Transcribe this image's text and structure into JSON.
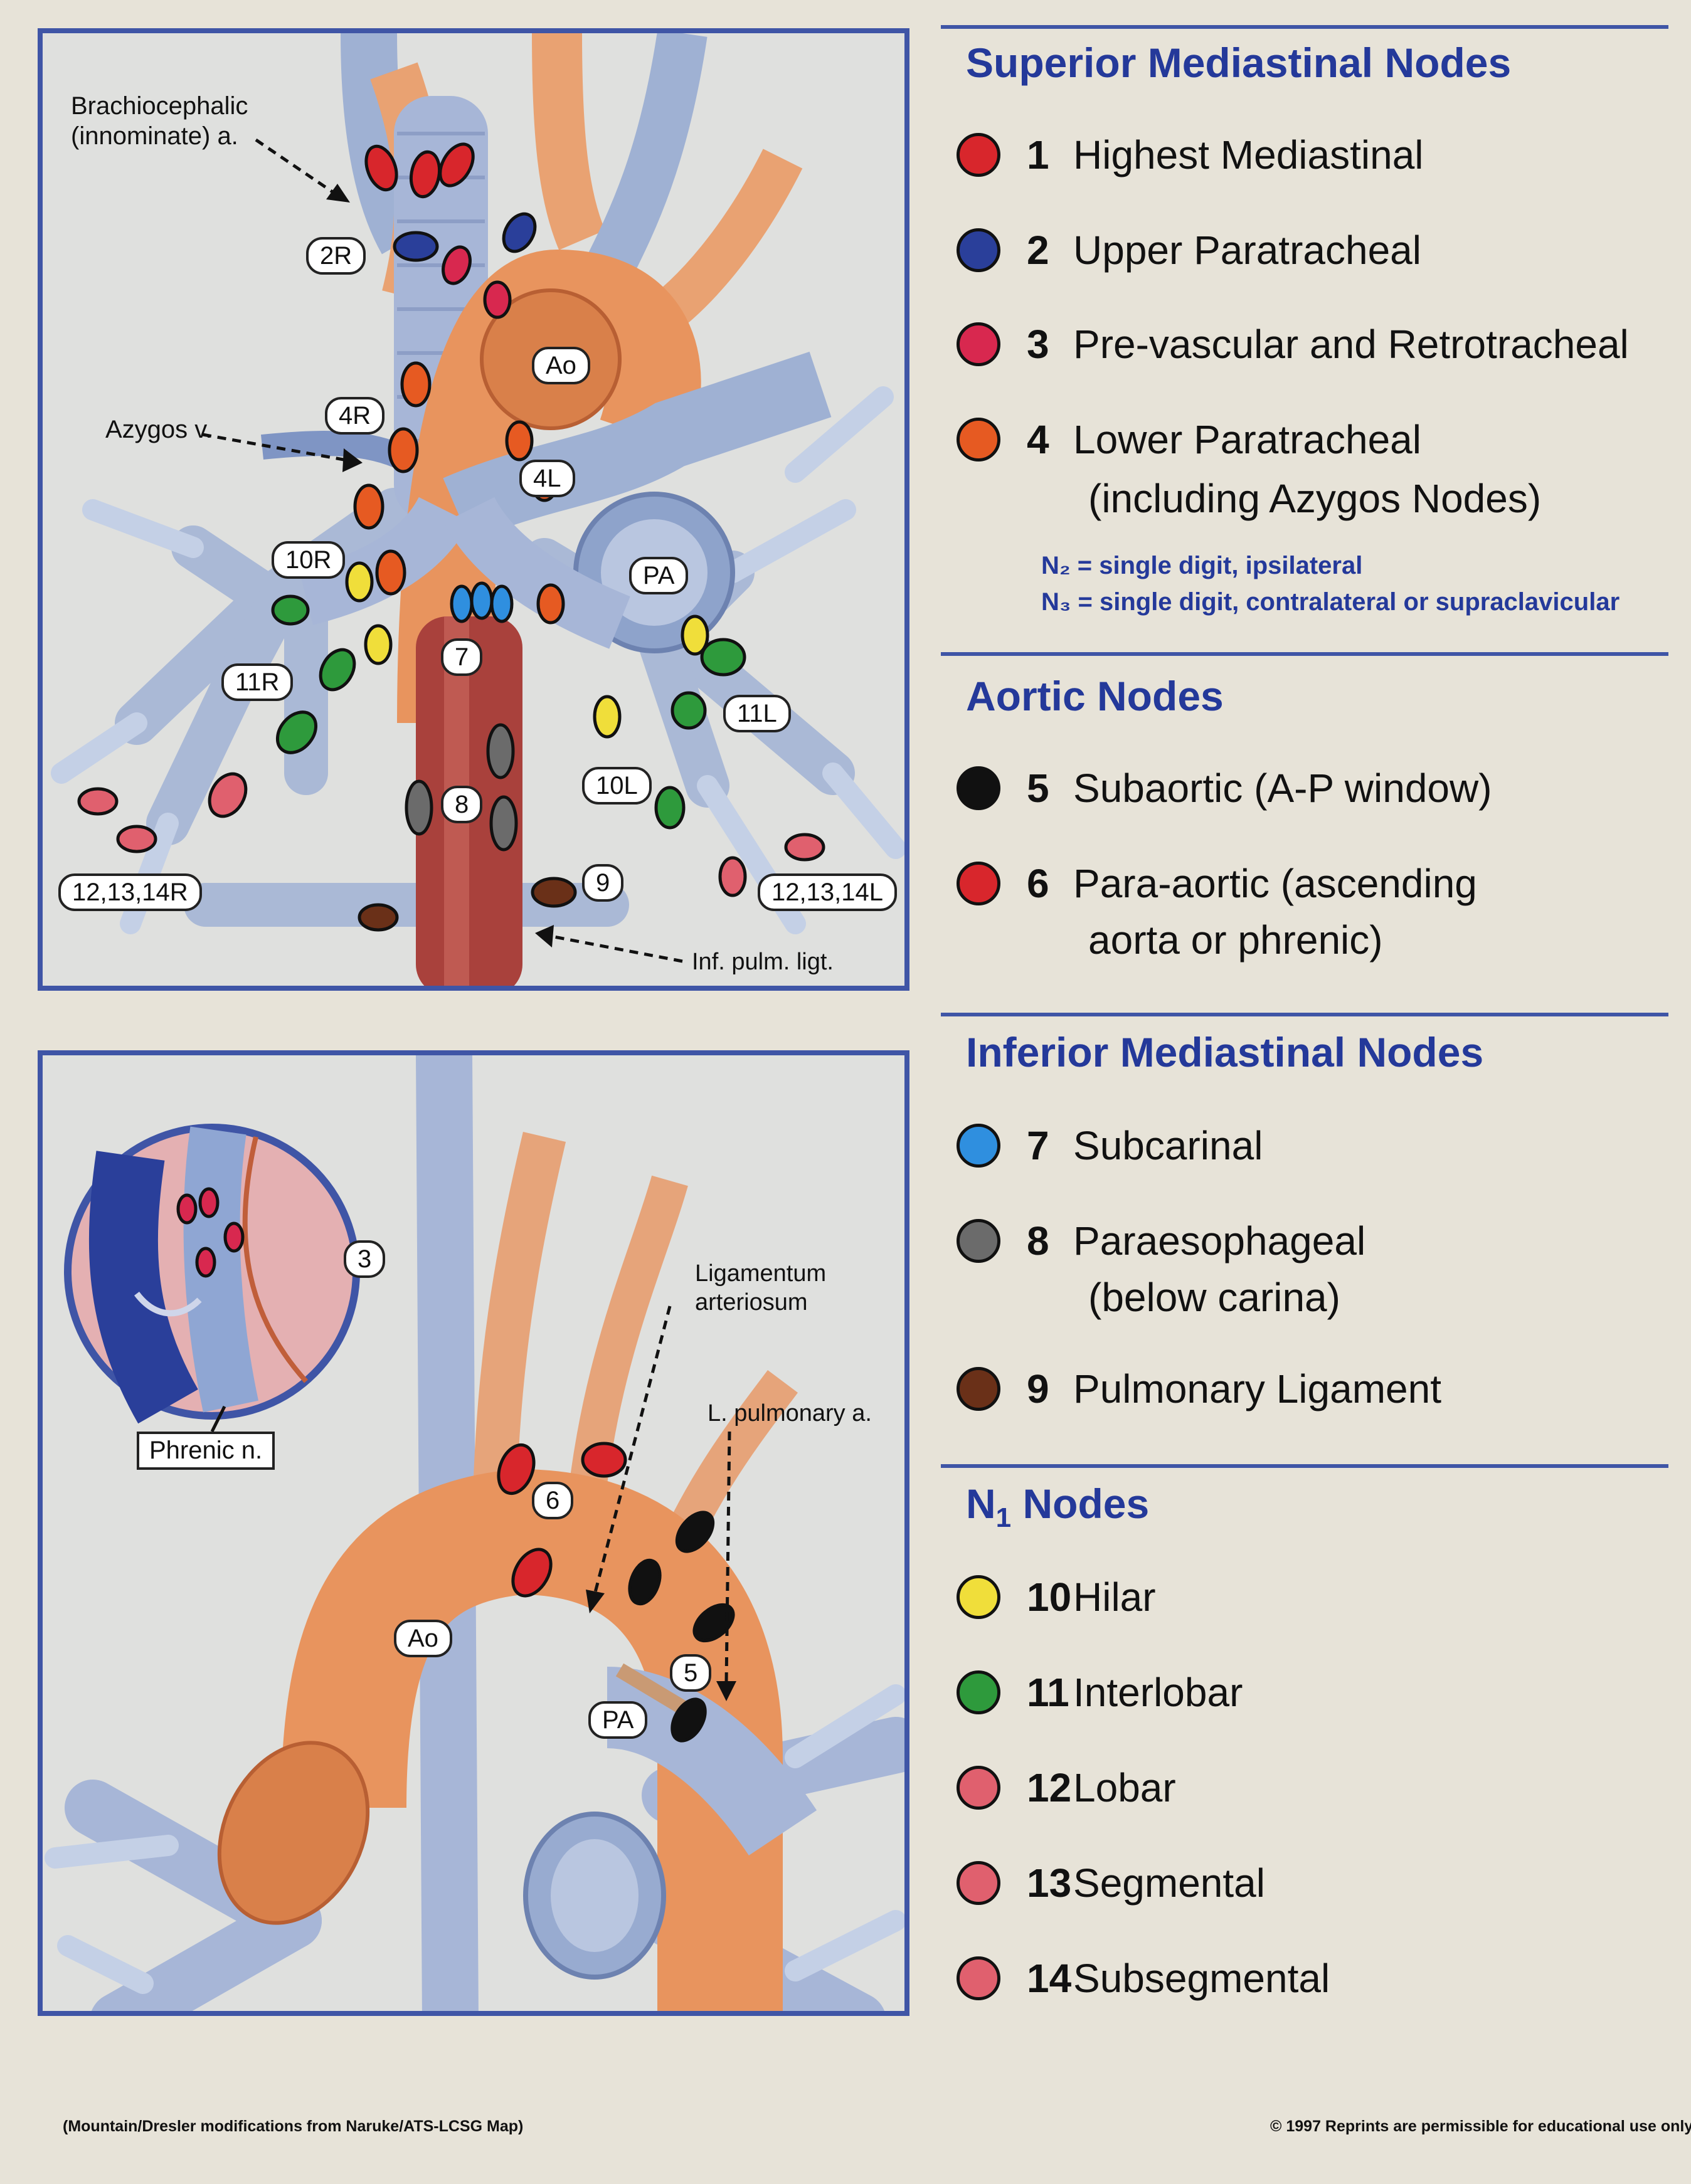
{
  "top_diagram": {
    "labels": {
      "brachiocephalic": "Brachiocephalic\n(innominate) a.",
      "azygos": "Azygos v.",
      "inf_pulm_ligt": "Inf. pulm. ligt."
    },
    "tags": {
      "t2R": "2R",
      "t4R": "4R",
      "t10R": "10R",
      "t11R": "11R",
      "t12R": "12,13,14R",
      "t4L": "4L",
      "t10L": "10L",
      "t11L": "11L",
      "t12L": "12,13,14L",
      "t7": "7",
      "t8": "8",
      "t9": "9",
      "ao": "Ao",
      "pa": "PA"
    }
  },
  "bottom_diagram": {
    "labels": {
      "ligamentum": "Ligamentum\narteriosum",
      "lpulm": "L. pulmonary a.",
      "phrenic": "Phrenic n."
    },
    "tags": {
      "t3": "3",
      "t6": "6",
      "t5": "5",
      "ao": "Ao",
      "pa": "PA"
    }
  },
  "legend": {
    "superior": {
      "title": "Superior Mediastinal Nodes",
      "items": [
        {
          "num": "1",
          "name": "Highest Mediastinal",
          "color": "#d8262c"
        },
        {
          "num": "2",
          "name": "Upper Paratracheal",
          "color": "#2a3f9a"
        },
        {
          "num": "3",
          "name": "Pre-vascular and Retrotracheal",
          "color": "#d8284f"
        },
        {
          "num": "4",
          "name": "Lower Paratracheal",
          "cont": "(including Azygos Nodes)",
          "color": "#e65a22"
        }
      ],
      "note1": "N₂ = single digit, ipsilateral",
      "note2": "N₃ = single digit, contralateral or supraclavicular"
    },
    "aortic": {
      "title": "Aortic Nodes",
      "items": [
        {
          "num": "5",
          "name": "Subaortic (A-P window)",
          "color": "#111111"
        },
        {
          "num": "6",
          "name": "Para-aortic (ascending",
          "cont": "aorta or phrenic)",
          "color": "#d8262c"
        }
      ]
    },
    "inferior": {
      "title": "Inferior Mediastinal Nodes",
      "items": [
        {
          "num": "7",
          "name": "Subcarinal",
          "color": "#2f8fdf"
        },
        {
          "num": "8",
          "name": "Paraesophageal",
          "cont": "(below carina)",
          "color": "#6b6b6b"
        },
        {
          "num": "9",
          "name": "Pulmonary Ligament",
          "color": "#6a3018"
        }
      ]
    },
    "n1": {
      "title_main": "N",
      "title_sub": "1",
      "title_rest": " Nodes",
      "items": [
        {
          "num": "10",
          "name": "Hilar",
          "color": "#f0de3a"
        },
        {
          "num": "11",
          "name": "Interlobar",
          "color": "#2e9a3c"
        },
        {
          "num": "12",
          "name": "Lobar",
          "color": "#e0606e"
        },
        {
          "num": "13",
          "name": "Segmental",
          "color": "#e0606e"
        },
        {
          "num": "14",
          "name": "Subsegmental",
          "color": "#e0606e"
        }
      ]
    }
  },
  "footer": {
    "left": "(Mountain/Dresler modifications from Naruke/ATS-LCSG Map)",
    "right": "© 1997 Reprints are permissible for educational use only."
  }
}
